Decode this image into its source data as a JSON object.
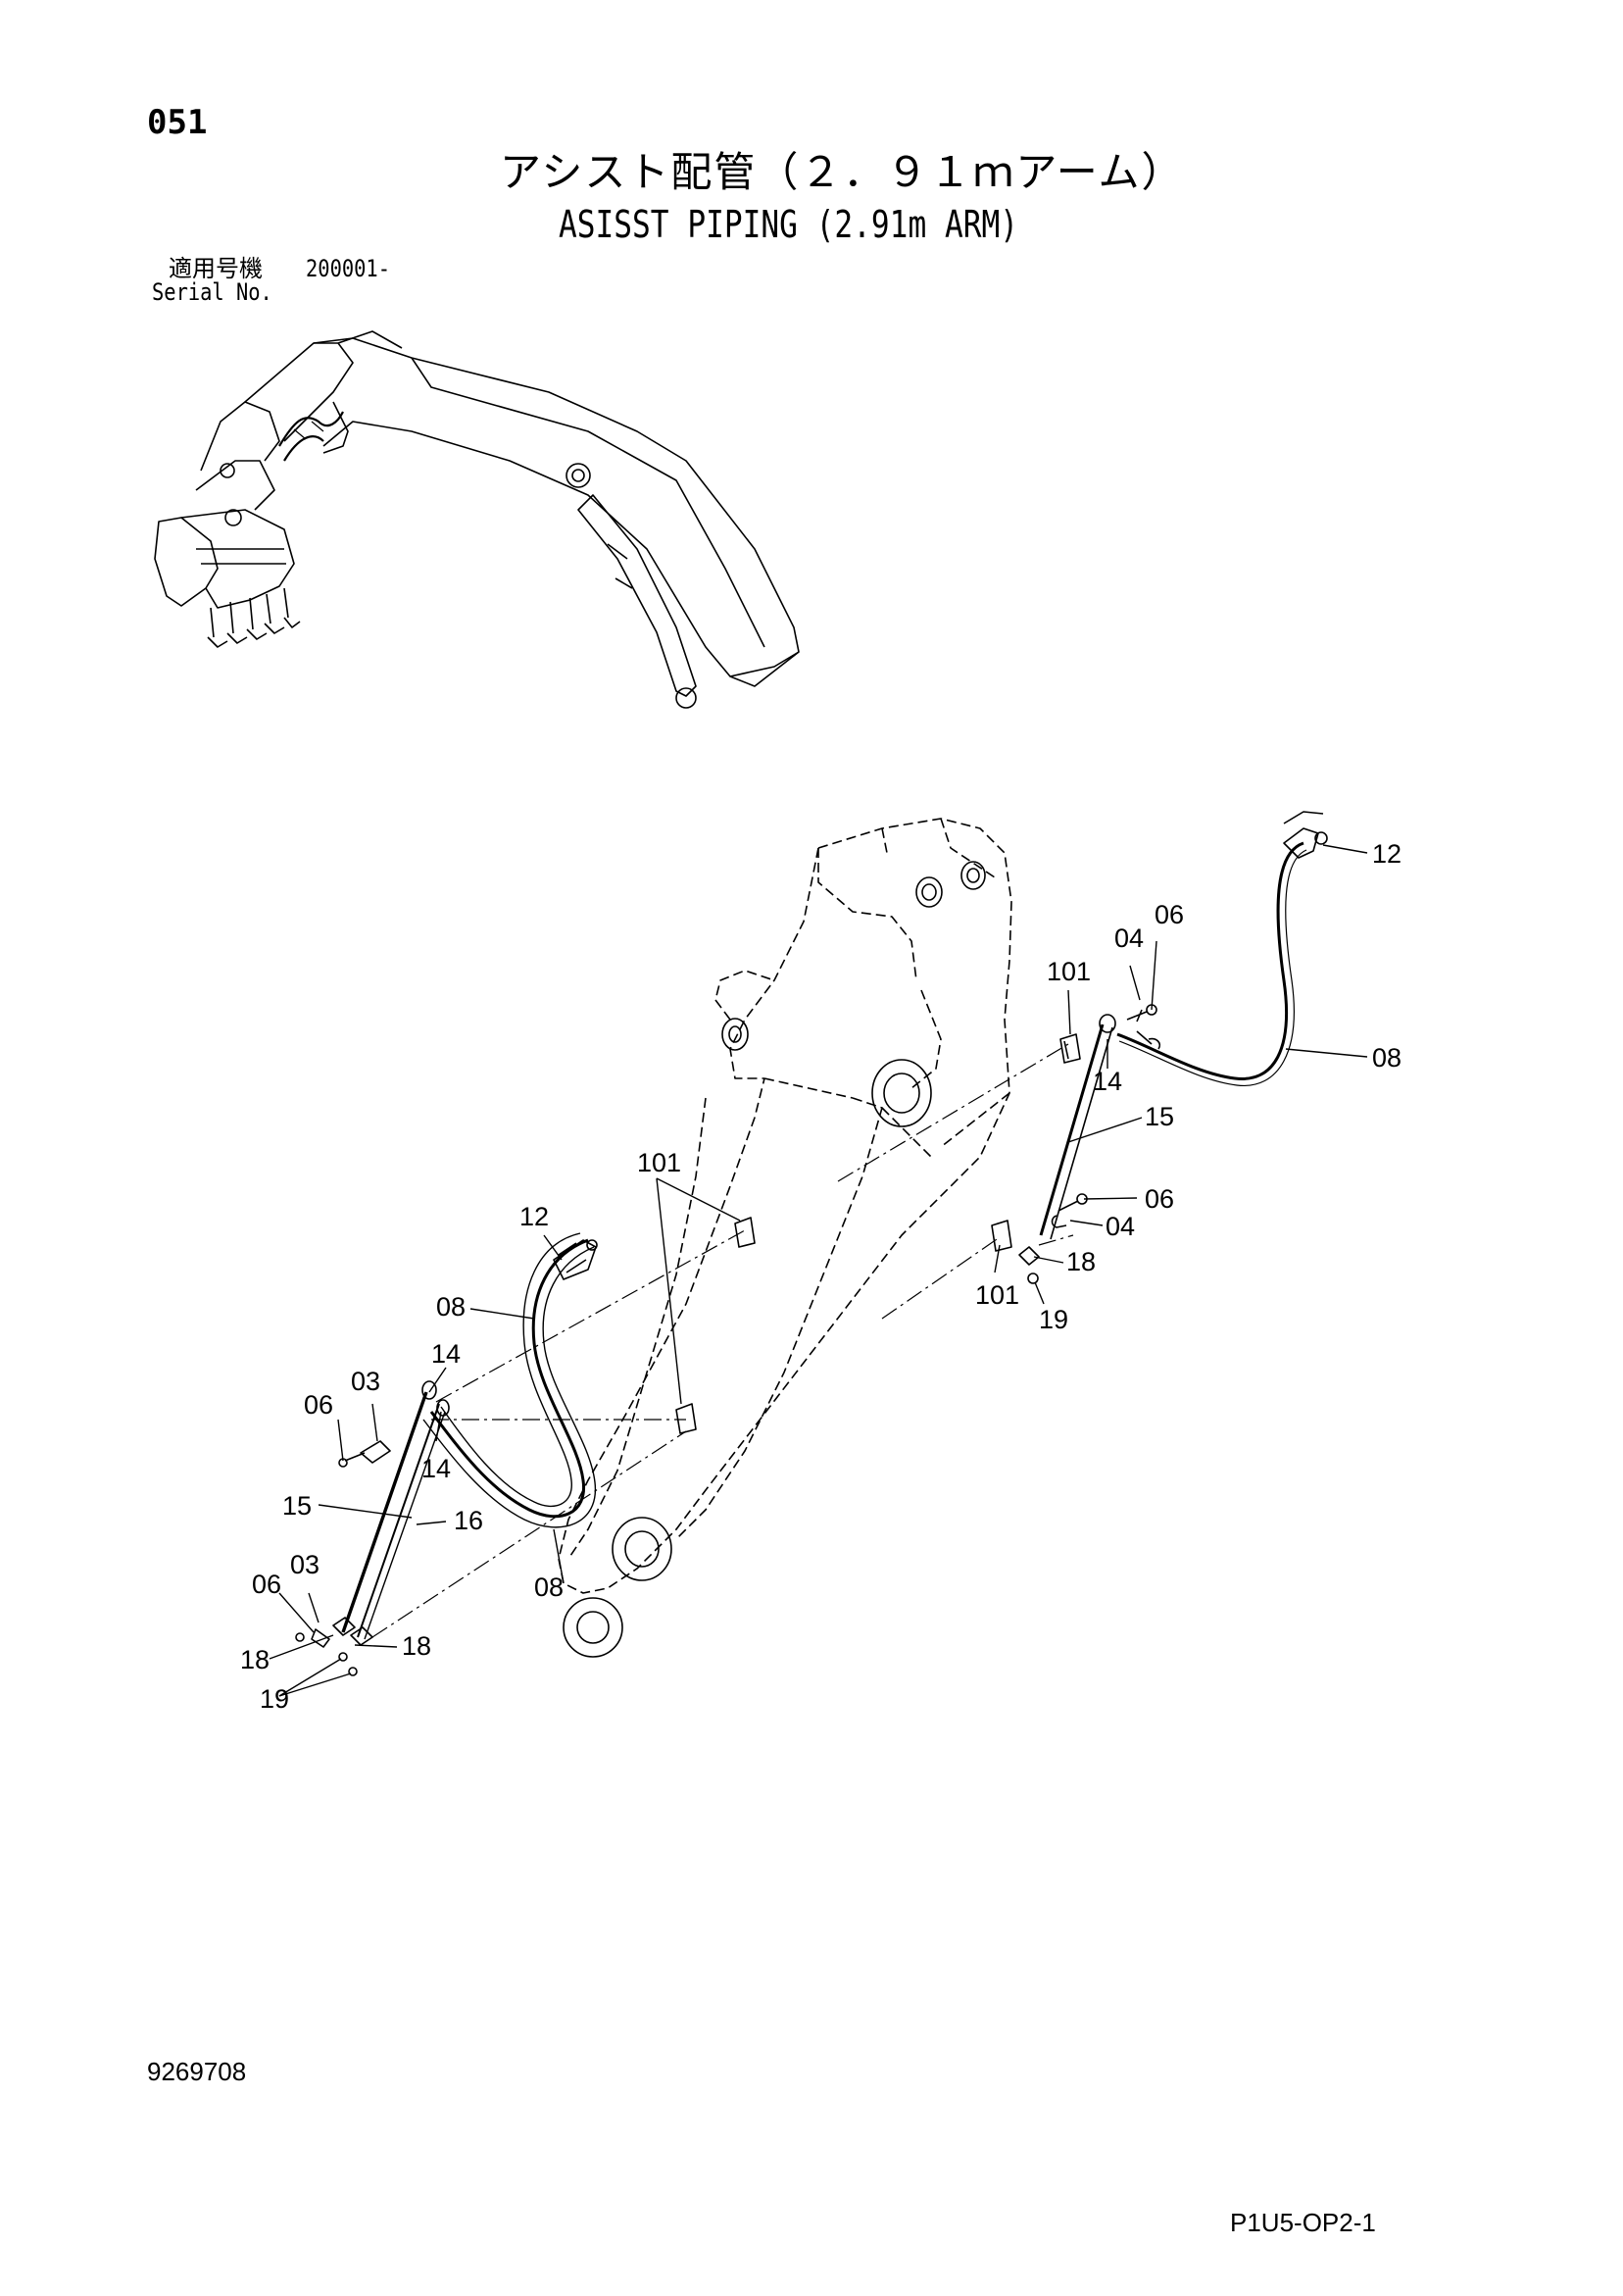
{
  "header": {
    "page_number": "051",
    "title_jp": "アシスト配管（２．９１ｍアーム）",
    "title_en": "ASISST PIPING (2.91m ARM)",
    "serial_label_jp": "適用号機",
    "serial_value": "200001-",
    "serial_label_en": "Serial No."
  },
  "footer": {
    "document_number": "9269708",
    "sheet_code": "P1U5-OP2-1"
  },
  "callouts": {
    "c_12_top": "12",
    "c_06_top": "06",
    "c_04_top": "04",
    "c_101_top": "101",
    "c_08_right": "08",
    "c_14_right": "14",
    "c_15_right": "15",
    "c_06_mid": "06",
    "c_04_mid": "04",
    "c_18_right": "18",
    "c_101_right": "101",
    "c_19_right": "19",
    "c_101_center": "101",
    "c_12_left": "12",
    "c_08_left": "08",
    "c_14_left_top": "14",
    "c_03_left_top": "03",
    "c_06_left_top": "06",
    "c_14_left_mid": "14",
    "c_15_left": "15",
    "c_16_left": "16",
    "c_08_left_bottom": "08",
    "c_06_left_bottom": "06",
    "c_03_left_bottom": "03",
    "c_18_left": "18",
    "c_18_left_right": "18",
    "c_19_left": "19"
  }
}
